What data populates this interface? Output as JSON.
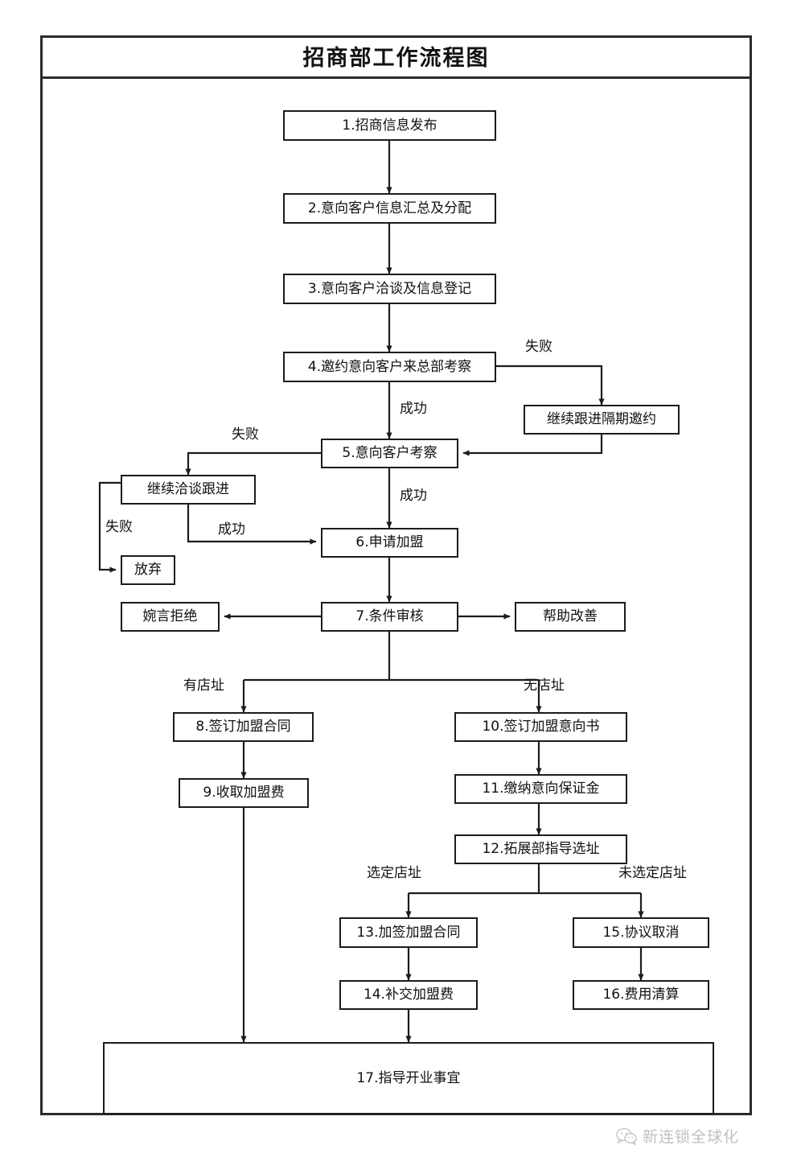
{
  "title": "招商部工作流程图",
  "nodes": [
    {
      "id": "n1",
      "label": "1.招商信息发布"
    },
    {
      "id": "n2",
      "label": "2.意向客户信息汇总及分配"
    },
    {
      "id": "n3",
      "label": "3.意向客户洽谈及信息登记"
    },
    {
      "id": "n4",
      "label": "4.邀约意向客户来总部考察"
    },
    {
      "id": "nf1",
      "label": "继续跟进隔期邀约"
    },
    {
      "id": "n5",
      "label": "5.意向客户考察"
    },
    {
      "id": "nf2",
      "label": "继续洽谈跟进"
    },
    {
      "id": "nf3",
      "label": "放弃"
    },
    {
      "id": "n6",
      "label": "6.申请加盟"
    },
    {
      "id": "nf4",
      "label": "婉言拒绝"
    },
    {
      "id": "n7",
      "label": "7.条件审核"
    },
    {
      "id": "nf5",
      "label": "帮助改善"
    },
    {
      "id": "n8",
      "label": "8.签订加盟合同"
    },
    {
      "id": "n9",
      "label": "9.收取加盟费"
    },
    {
      "id": "n10",
      "label": "10.签订加盟意向书"
    },
    {
      "id": "n11",
      "label": "11.缴纳意向保证金"
    },
    {
      "id": "n12",
      "label": "12.拓展部指导选址"
    },
    {
      "id": "n13",
      "label": "13.加签加盟合同"
    },
    {
      "id": "n14",
      "label": "14.补交加盟费"
    },
    {
      "id": "n15",
      "label": "15.协议取消"
    },
    {
      "id": "n16",
      "label": "16.费用清算"
    },
    {
      "id": "n17",
      "label": "17.指导开业事宜"
    }
  ],
  "edge_labels": [
    {
      "id": "e_shibai_4",
      "text": "失败"
    },
    {
      "id": "e_chenggong_4",
      "text": "成功"
    },
    {
      "id": "e_shibai_5",
      "text": "失败"
    },
    {
      "id": "e_chenggong_5",
      "text": "成功"
    },
    {
      "id": "e_shibai_f2",
      "text": "失败"
    },
    {
      "id": "e_chenggong_f2",
      "text": "成功"
    },
    {
      "id": "e_youdianzhi",
      "text": "有店址"
    },
    {
      "id": "e_wudianzhi",
      "text": "无店址"
    },
    {
      "id": "e_xuandingdianzhi",
      "text": "选定店址"
    },
    {
      "id": "e_weixuandingdianzhi",
      "text": "未选定店址"
    }
  ],
  "watermark": {
    "text": "新连锁全球化",
    "logo_name": "wechat-logo"
  },
  "colors": {
    "stroke": "#1c1c1c",
    "frame": "#2b2b2b",
    "text": "#111111",
    "background": "#ffffff",
    "watermark": "#8e8e8e"
  }
}
